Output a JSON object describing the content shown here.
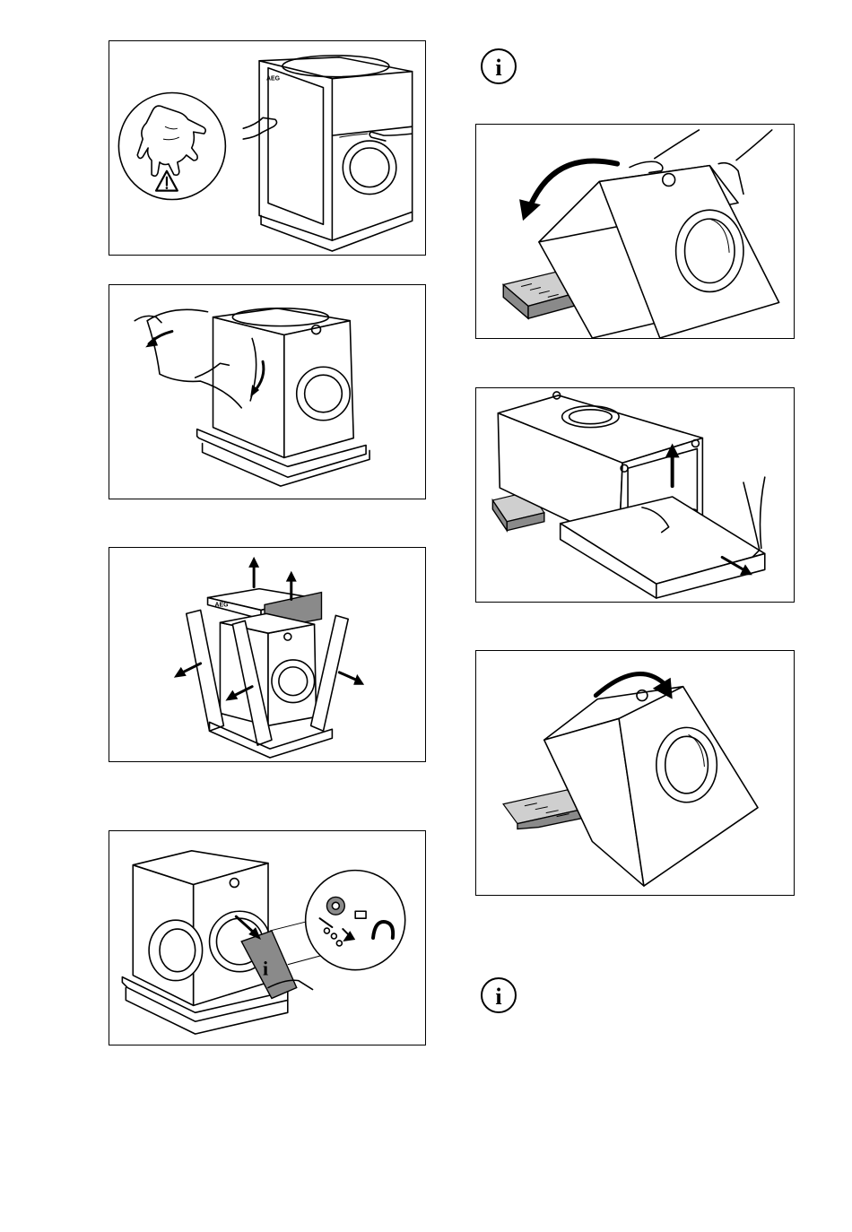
{
  "logos": {
    "unit_logo": "AEG",
    "packaging_logo": "AEG",
    "lid_logo": "AEG"
  },
  "icons": {
    "info": "info-icon",
    "warning": "warning-triangle-icon",
    "glove": "glove-icon"
  },
  "colors": {
    "line": "#000000",
    "shade": "#8a8a8a",
    "light_shade": "#cfcfcf"
  }
}
